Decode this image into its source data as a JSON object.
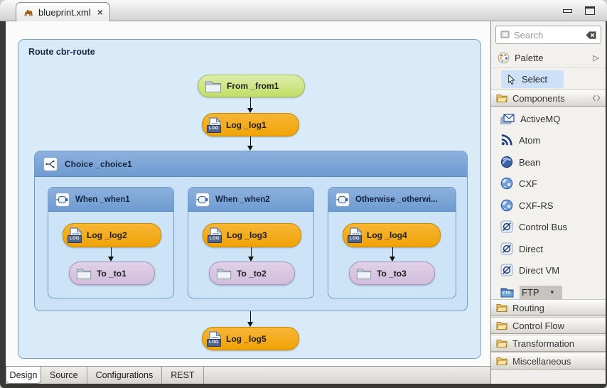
{
  "titlebar": {
    "tab_title": "blueprint.xml"
  },
  "icons": {
    "close": "×",
    "collapse_arrow": "▷",
    "dropdown_caret": "▾"
  },
  "badges": {
    "log": "LOG",
    "ftp": "FTP"
  },
  "canvas": {
    "route_label": "Route cbr-route",
    "from_label": "From _from1",
    "log1_label": "Log _log1",
    "choice_label": "Choice _choice1",
    "branches": [
      {
        "header": "When _when1",
        "log": "Log _log2",
        "to": "To _to1"
      },
      {
        "header": "When _when2",
        "log": "Log _log3",
        "to": "To _to2"
      },
      {
        "header": "Otherwise _otherwi...",
        "log": "Log _log4",
        "to": "To _to3"
      }
    ],
    "log5_label": "Log _log5"
  },
  "editor_tabs": {
    "design": "Design",
    "source": "Source",
    "configurations": "Configurations",
    "rest": "REST"
  },
  "palette": {
    "search_placeholder": "Search",
    "palette_label": "Palette",
    "select_label": "Select",
    "components_label": "Components",
    "components": [
      {
        "name": "ActiveMQ"
      },
      {
        "name": "Atom"
      },
      {
        "name": "Bean"
      },
      {
        "name": "CXF"
      },
      {
        "name": "CXF-RS"
      },
      {
        "name": "Control Bus"
      },
      {
        "name": "Direct"
      },
      {
        "name": "Direct VM"
      },
      {
        "name": "FTP"
      }
    ],
    "drawers": [
      "Routing",
      "Control Flow",
      "Transformation",
      "Miscellaneous"
    ]
  },
  "colors": {
    "node_green": "#c3de67",
    "node_orange": "#f0a305",
    "node_purple": "#d2bedd",
    "container_blue": "#cbe1f5",
    "header_blue": "#6e9bd0",
    "canvas_blue": "#d9ebf9",
    "selection_blue": "#cce1f7"
  }
}
